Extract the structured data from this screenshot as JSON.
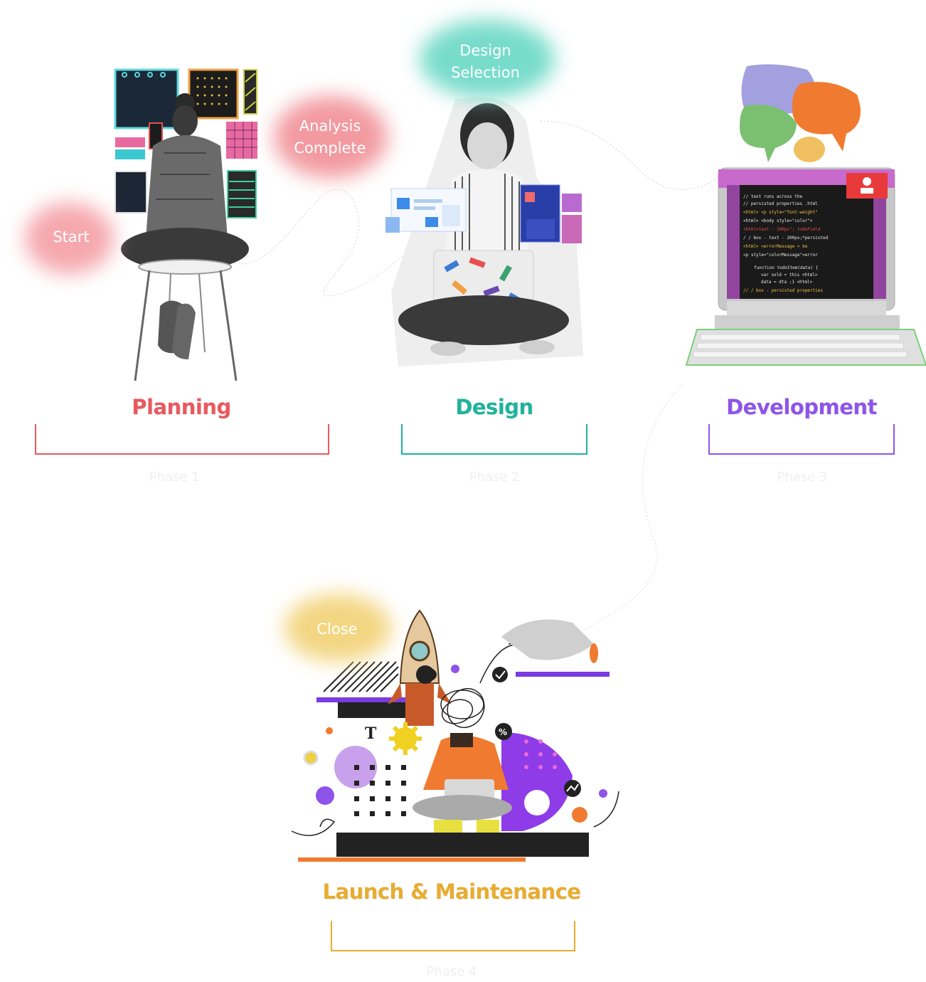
{
  "colors": {
    "planning": "#e8595f",
    "design": "#1eb39c",
    "development": "#8e54e9",
    "launch": "#e8ac2e",
    "start_glow": "#f2a0a5",
    "analysis_glow": "#ef8f95",
    "selection_glow": "#6fd6c4",
    "close_glow": "#f0d17a"
  },
  "badges": {
    "start": "Start",
    "analysis": "Analysis Complete",
    "selection": "Design Selection",
    "close": "Close"
  },
  "phases": [
    {
      "title": "Planning",
      "subtitle": "Phase 1"
    },
    {
      "title": "Design",
      "subtitle": "Phase 2"
    },
    {
      "title": "Development",
      "subtitle": "Phase 3"
    },
    {
      "title": "Launch & Maintenance",
      "subtitle": "Phase 4"
    }
  ],
  "illustrations": {
    "planning": "person-at-moodboard-illustration",
    "design": "designer-with-laptop-illustration",
    "development": "retro-computer-illustration",
    "launch": "rocket-launch-collage-illustration"
  }
}
